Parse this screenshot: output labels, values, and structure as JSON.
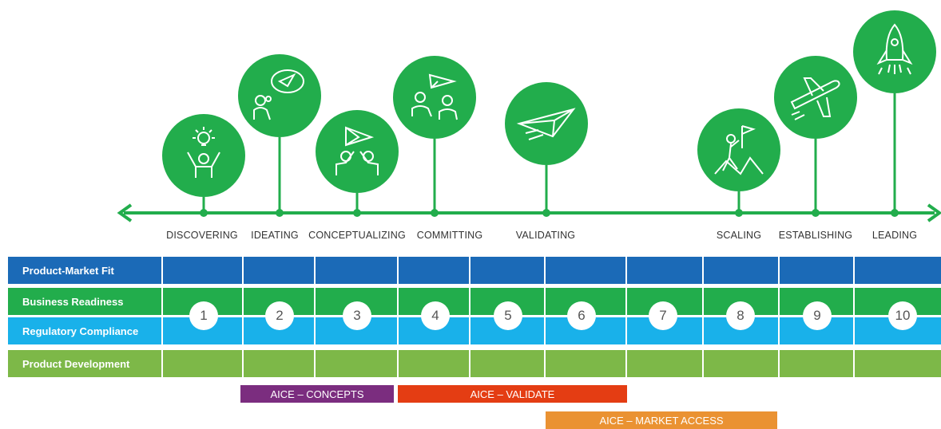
{
  "stages": [
    {
      "label": "DISCOVERING",
      "number": "1",
      "icon": "lightbulb-person-icon"
    },
    {
      "label": "IDEATING",
      "number": "2",
      "icon": "thinking-person-plane-icon"
    },
    {
      "label": "CONCEPTUALIZING",
      "number": "3",
      "icon": "high-five-plane-icon"
    },
    {
      "label": "COMMITTING",
      "number": "4",
      "icon": "people-plane-icon"
    },
    {
      "label": "VALIDATING",
      "number": "5",
      "icon": "paper-plane-icon"
    },
    {
      "label": "",
      "number": "6"
    },
    {
      "label": "",
      "number": "7"
    },
    {
      "label": "SCALING",
      "number": "8",
      "icon": "climber-flag-icon"
    },
    {
      "label": "ESTABLISHING",
      "number": "9",
      "icon": "airplane-icon"
    },
    {
      "label": "LEADING",
      "number": "10",
      "icon": "rocket-icon"
    }
  ],
  "rows": [
    {
      "label": "Product-Market Fit",
      "color": "#1b6ab7"
    },
    {
      "label": "Business Readiness",
      "color": "#22ad4c"
    },
    {
      "label": "Regulatory Compliance",
      "color": "#19b1ea"
    },
    {
      "label": "Product Development",
      "color": "#7db848"
    }
  ],
  "aice": [
    {
      "label": "AICE – CONCEPTS",
      "color": "#7b2d7f"
    },
    {
      "label": "AICE – VALIDATE",
      "color": "#e43d13"
    },
    {
      "label": "AICE – MARKET ACCESS",
      "color": "#ea9232"
    }
  ],
  "colors": {
    "accent": "#22ad4c",
    "white": "#ffffff"
  }
}
